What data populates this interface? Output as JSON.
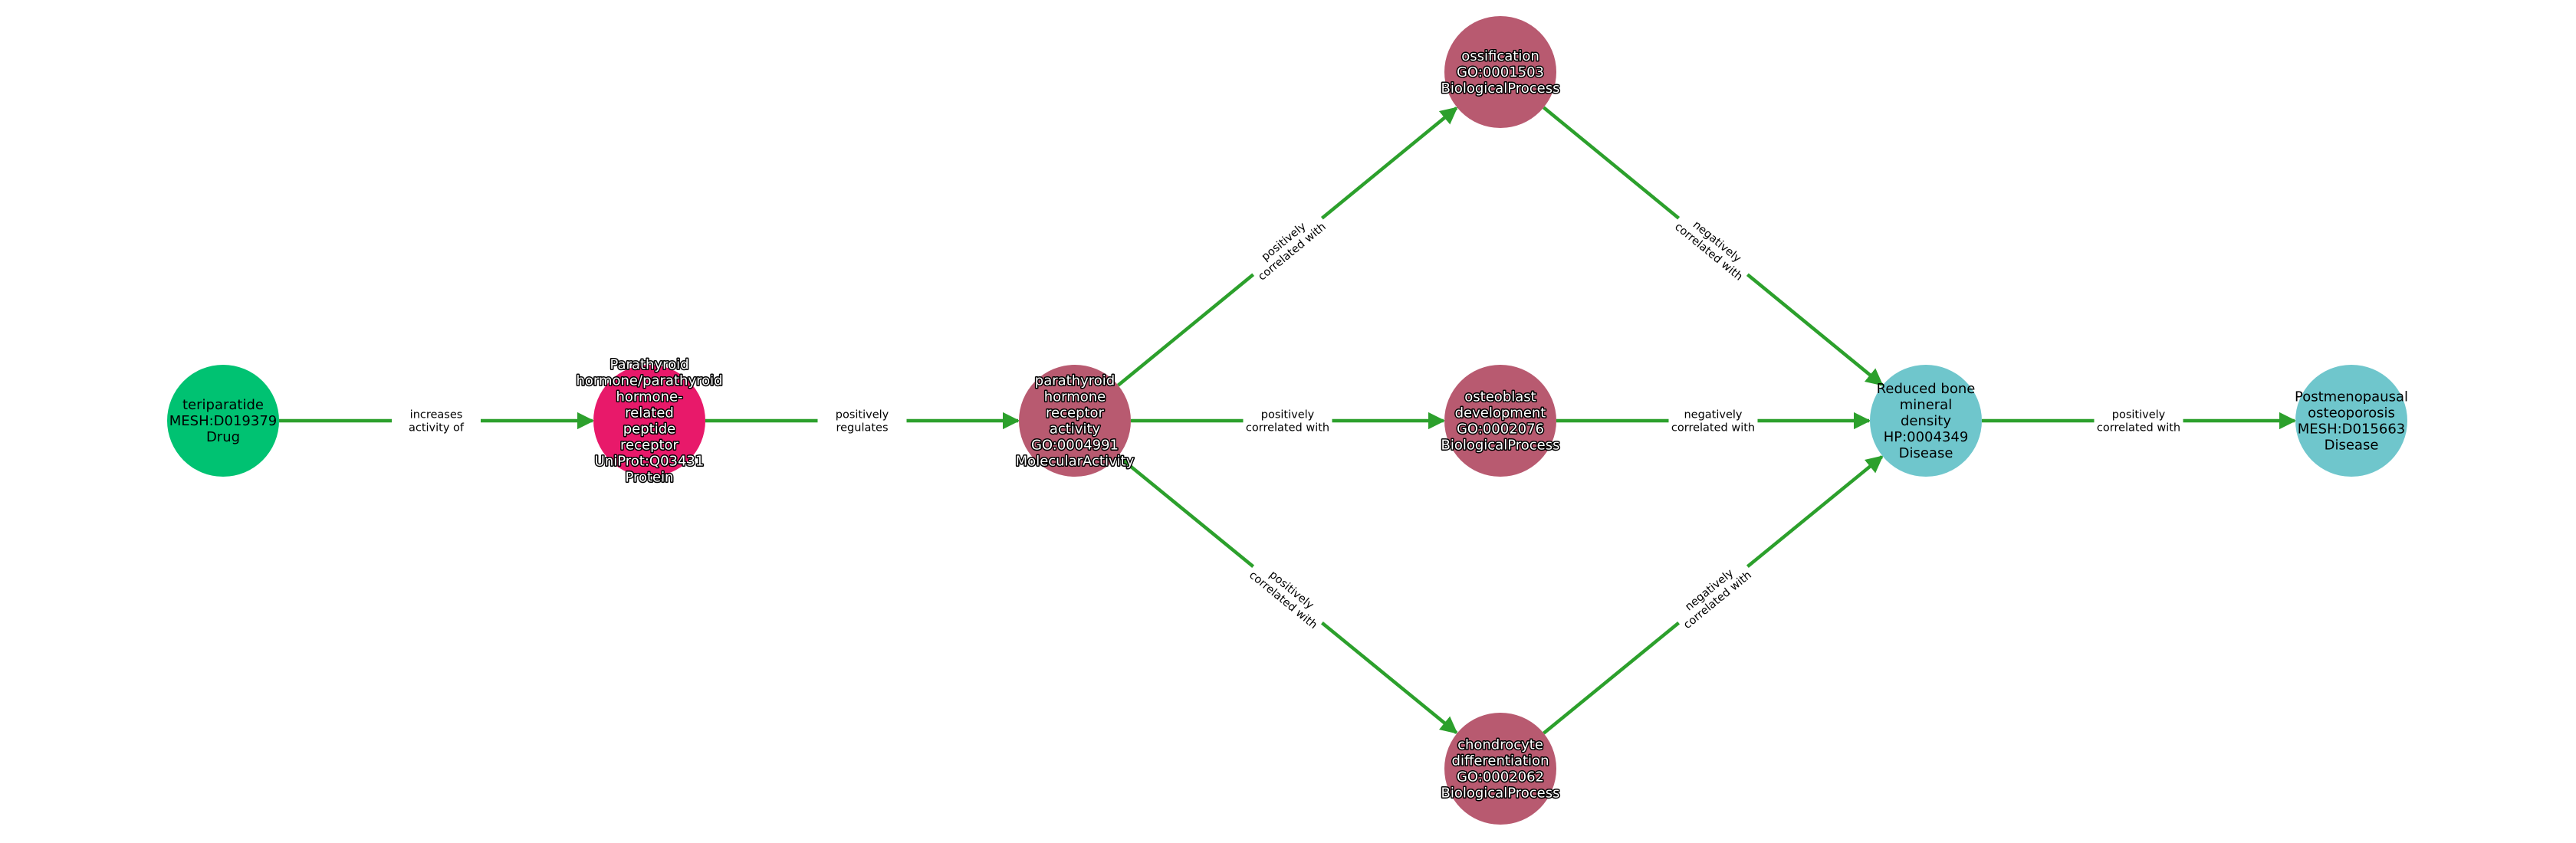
{
  "colors": {
    "edge": "#2ca02c",
    "drug": "#00c272",
    "protein": "#e8196a",
    "go_term": "#b85a70",
    "disease": "#6fc6cc"
  },
  "nodes": [
    {
      "id": "teriparatide",
      "lines": [
        "teriparatide",
        "MESH:D019379",
        "Drug"
      ],
      "type": "drug",
      "outlined": false
    },
    {
      "id": "pth-receptor",
      "lines": [
        "Parathyroid",
        "hormone/parathyroid",
        "hormone-",
        "related",
        "peptide",
        "receptor",
        "UniProt:Q03431",
        "Protein"
      ],
      "type": "protein",
      "outlined": true
    },
    {
      "id": "pth-receptor-activity",
      "lines": [
        "parathyroid",
        "hormone",
        "receptor",
        "activity",
        "GO:0004991",
        "MolecularActivity"
      ],
      "type": "go_term",
      "outlined": true
    },
    {
      "id": "ossification",
      "lines": [
        "ossification",
        "GO:0001503",
        "BiologicalProcess"
      ],
      "type": "go_term",
      "outlined": true
    },
    {
      "id": "osteoblast-development",
      "lines": [
        "osteoblast",
        "development",
        "GO:0002076",
        "BiologicalProcess"
      ],
      "type": "go_term",
      "outlined": true
    },
    {
      "id": "chondrocyte-differentiation",
      "lines": [
        "chondrocyte",
        "differentiation",
        "GO:0002062",
        "BiologicalProcess"
      ],
      "type": "go_term",
      "outlined": true
    },
    {
      "id": "reduced-bone-mineral-density",
      "lines": [
        "Reduced bone",
        "mineral",
        "density",
        "HP:0004349",
        "Disease"
      ],
      "type": "disease",
      "outlined": false
    },
    {
      "id": "postmenopausal-osteoporosis",
      "lines": [
        "Postmenopausal",
        "osteoporosis",
        "MESH:D015663",
        "Disease"
      ],
      "type": "disease",
      "outlined": false
    }
  ],
  "edges": [
    {
      "from": 0,
      "to": 1,
      "label": [
        "increases",
        "activity of"
      ]
    },
    {
      "from": 1,
      "to": 2,
      "label": [
        "positively",
        "regulates"
      ]
    },
    {
      "from": 2,
      "to": 3,
      "label": [
        "positively",
        "correlated with"
      ]
    },
    {
      "from": 2,
      "to": 4,
      "label": [
        "positively",
        "correlated with"
      ]
    },
    {
      "from": 2,
      "to": 5,
      "label": [
        "positively",
        "correlated with"
      ]
    },
    {
      "from": 3,
      "to": 6,
      "label": [
        "negatively",
        "correlated with"
      ]
    },
    {
      "from": 4,
      "to": 6,
      "label": [
        "negatively",
        "correlated with"
      ]
    },
    {
      "from": 5,
      "to": 6,
      "label": [
        "negatively",
        "correlated with"
      ]
    },
    {
      "from": 6,
      "to": 7,
      "label": [
        "positively",
        "correlated with"
      ]
    }
  ]
}
